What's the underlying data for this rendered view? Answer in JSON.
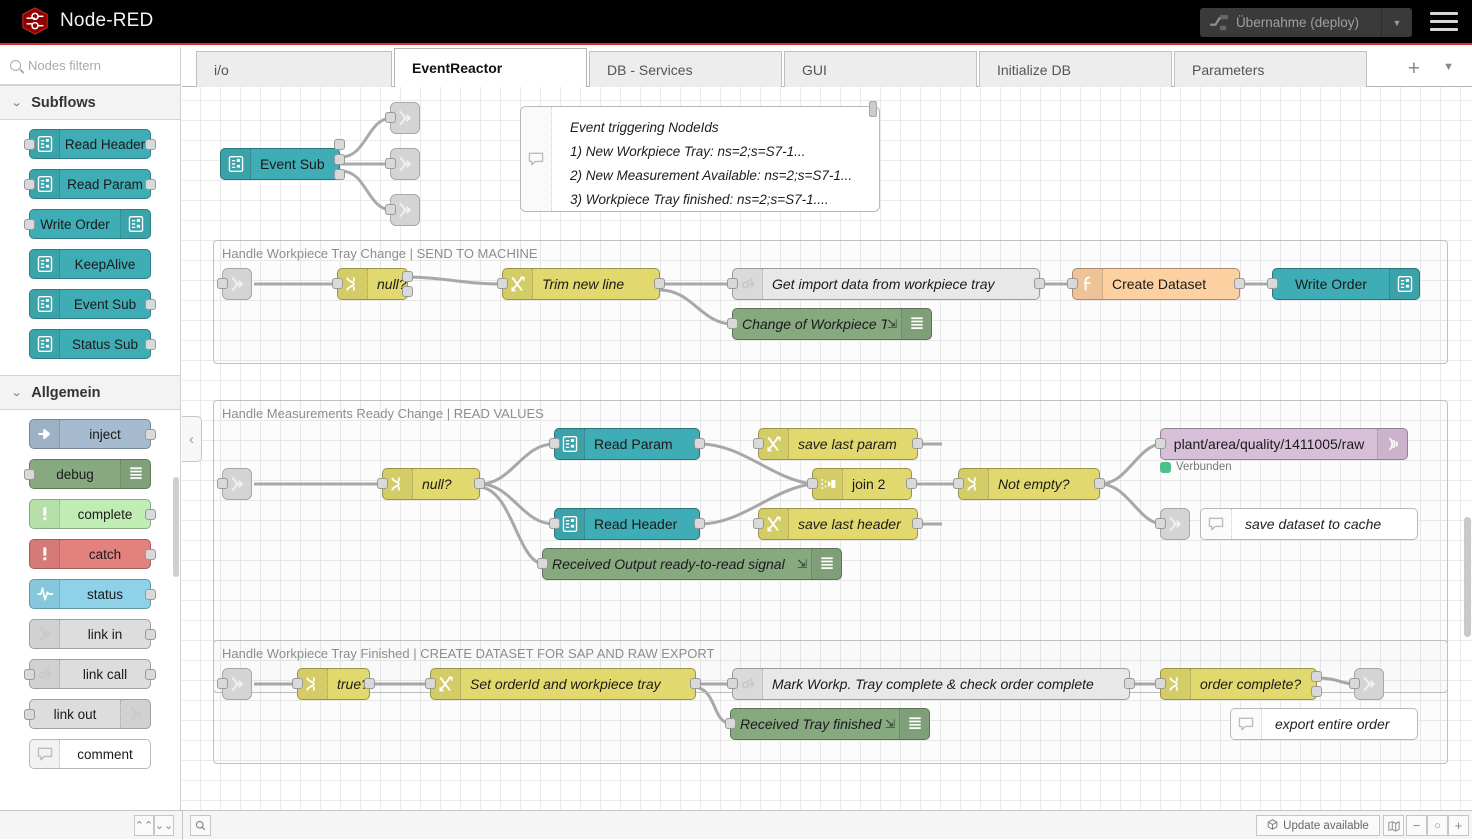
{
  "header": {
    "brand": "Node-RED",
    "logo_icon": "node-red-logo-icon",
    "deploy_label": "Übernahme (deploy)",
    "deploy_icon": "deploy-icon",
    "deploy_caret_icon": "chevron-down-icon",
    "menu_icon": "hamburger-menu-icon"
  },
  "palette": {
    "search_placeholder": "Nodes filtern",
    "search_icon": "search-icon",
    "categories": [
      {
        "name": "Subflows",
        "chevron_icon": "chevron-down-icon",
        "nodes": [
          {
            "label": "Read Header",
            "color": "#3FADB5",
            "icon": "subflow-icon",
            "icon_side": "left",
            "in": true,
            "out": true
          },
          {
            "label": "Read Param",
            "color": "#3FADB5",
            "icon": "subflow-icon",
            "icon_side": "left",
            "in": true,
            "out": true
          },
          {
            "label": "Write Order",
            "color": "#3FADB5",
            "icon": "subflow-icon",
            "icon_side": "right",
            "in": true,
            "out": false
          },
          {
            "label": "KeepAlive",
            "color": "#3FADB5",
            "icon": "subflow-icon",
            "icon_side": "left",
            "in": false,
            "out": false
          },
          {
            "label": "Event Sub",
            "color": "#3FADB5",
            "icon": "subflow-icon",
            "icon_side": "left",
            "in": false,
            "out": true
          },
          {
            "label": "Status Sub",
            "color": "#3FADB5",
            "icon": "subflow-icon",
            "icon_side": "left",
            "in": false,
            "out": true
          }
        ]
      },
      {
        "name": "Allgemein",
        "chevron_icon": "chevron-down-icon",
        "nodes": [
          {
            "label": "inject",
            "color": "#A6BBCF",
            "icon": "inject-arrow-icon",
            "icon_side": "left",
            "in": false,
            "out": true
          },
          {
            "label": "debug",
            "color": "#87A980",
            "icon": "debug-lines-icon",
            "icon_side": "right",
            "in": true,
            "out": false
          },
          {
            "label": "complete",
            "color": "#C0EDB4",
            "icon": "exclamation-icon",
            "icon_side": "left",
            "in": false,
            "out": true
          },
          {
            "label": "catch",
            "color": "#E2817E",
            "icon": "exclamation-icon",
            "icon_side": "left",
            "in": false,
            "out": true
          },
          {
            "label": "status",
            "color": "#8DD2E8",
            "icon": "pulse-wave-icon",
            "icon_side": "left",
            "in": false,
            "out": true
          },
          {
            "label": "link in",
            "color": "#DDDDDD",
            "icon": "link-in-icon",
            "icon_side": "left",
            "in": false,
            "out": true
          },
          {
            "label": "link call",
            "color": "#DDDDDD",
            "icon": "link-call-icon",
            "icon_side": "left",
            "in": true,
            "out": true
          },
          {
            "label": "link out",
            "color": "#DDDDDD",
            "icon": "link-out-icon",
            "icon_side": "right",
            "in": true,
            "out": false
          },
          {
            "label": "comment",
            "color": "#FFFFFF",
            "icon": "comment-bubble-icon",
            "icon_side": "left",
            "in": false,
            "out": false
          }
        ]
      }
    ]
  },
  "tabs": {
    "items": [
      {
        "label": "i/o",
        "active": false
      },
      {
        "label": "EventReactor",
        "active": true
      },
      {
        "label": "DB - Services",
        "active": false
      },
      {
        "label": "GUI",
        "active": false
      },
      {
        "label": "Initialize DB",
        "active": false
      },
      {
        "label": "Parameters",
        "active": false
      }
    ],
    "add_icon": "plus-icon",
    "more_icon": "chevron-down-icon"
  },
  "canvas": {
    "collapse_icon": "chevron-left-icon",
    "event_sub_node": {
      "label": "Event Sub",
      "color": "#3FADB5",
      "icon": "subflow-icon"
    },
    "event_comment": {
      "icon": "comment-bubble-icon",
      "lines": [
        "Event triggering NodeIds",
        "1) New Workpiece Tray: ns=2;s=S7-1...",
        "2) New Measurement Available: ns=2;s=S7-1...",
        "3) Workpiece Tray finished: ns=2;s=S7-1...."
      ]
    },
    "groups": [
      {
        "title": "Handle Workpiece Tray Change | SEND TO MACHINE",
        "nodes": [
          {
            "label": "null?",
            "type": "switch",
            "color": "#E2D96E",
            "icon": "switch-icon"
          },
          {
            "label": "Trim new line",
            "type": "change",
            "color": "#E2D96E",
            "icon": "change-icon"
          },
          {
            "label": "Get import data from workpiece tray",
            "type": "link-call",
            "color": "#E8E8E8",
            "icon": "link-call-icon"
          },
          {
            "label": "Change of Workpiece Tray",
            "type": "debug",
            "color": "#87A980",
            "icon": "debug-lines-icon"
          },
          {
            "label": "Create Dataset",
            "type": "function",
            "color": "#FDD0A2",
            "icon": "function-icon"
          },
          {
            "label": "Write Order",
            "type": "subflow",
            "color": "#3FADB5",
            "icon": "subflow-icon"
          }
        ]
      },
      {
        "title": "Handle Measurements Ready Change | READ VALUES",
        "nodes": [
          {
            "label": "null?",
            "type": "switch",
            "color": "#E2D96E",
            "icon": "switch-icon"
          },
          {
            "label": "Read Param",
            "type": "subflow",
            "color": "#3FADB5",
            "icon": "subflow-icon"
          },
          {
            "label": "Read Header",
            "type": "subflow",
            "color": "#3FADB5",
            "icon": "subflow-icon"
          },
          {
            "label": "save last param",
            "type": "change",
            "color": "#E2D96E",
            "icon": "change-icon"
          },
          {
            "label": "save last header",
            "type": "change",
            "color": "#E2D96E",
            "icon": "change-icon"
          },
          {
            "label": "Received Output ready-to-read signal",
            "type": "debug",
            "color": "#87A980",
            "icon": "debug-lines-icon"
          },
          {
            "label": "join 2",
            "type": "join",
            "color": "#E2D96E",
            "icon": "join-icon"
          },
          {
            "label": "Not empty?",
            "type": "switch",
            "color": "#E2D96E",
            "icon": "switch-icon"
          },
          {
            "label": "plant/area/quality/1411005/raw",
            "type": "mqtt-out",
            "color": "#D8BFD8",
            "icon": "mqtt-wave-icon",
            "status": "Verbunden",
            "status_color": "#4cc08a"
          },
          {
            "label": "save dataset to cache",
            "type": "comment",
            "color": "#FFFFFF",
            "icon": "comment-bubble-icon"
          }
        ]
      },
      {
        "title": "Handle Workpiece Tray Finished | CREATE DATASET FOR SAP AND RAW EXPORT",
        "nodes": [
          {
            "label": "true?",
            "type": "switch",
            "color": "#E2D96E",
            "icon": "switch-icon"
          },
          {
            "label": "Set orderId and workpiece tray",
            "type": "change",
            "color": "#E2D96E",
            "icon": "change-icon"
          },
          {
            "label": "Mark Workp. Tray complete & check order complete",
            "type": "link-call",
            "color": "#E8E8E8",
            "icon": "link-call-icon"
          },
          {
            "label": "Received Tray finished signal",
            "type": "debug",
            "color": "#87A980",
            "icon": "debug-lines-icon"
          },
          {
            "label": "order complete?",
            "type": "switch",
            "color": "#E2D96E",
            "icon": "switch-icon"
          },
          {
            "label": "export entire order",
            "type": "comment",
            "color": "#FFFFFF",
            "icon": "comment-bubble-icon"
          }
        ]
      }
    ]
  },
  "footer": {
    "sort_up_icon": "chevrons-up-icon",
    "sort_down_icon": "chevrons-down-icon",
    "find_icon": "search-icon",
    "update_label": "Update available",
    "update_icon": "cube-icon",
    "map_icon": "map-icon",
    "zoom_out_icon": "minus-icon",
    "zoom_reset_icon": "circle-icon",
    "zoom_in_icon": "plus-icon"
  }
}
